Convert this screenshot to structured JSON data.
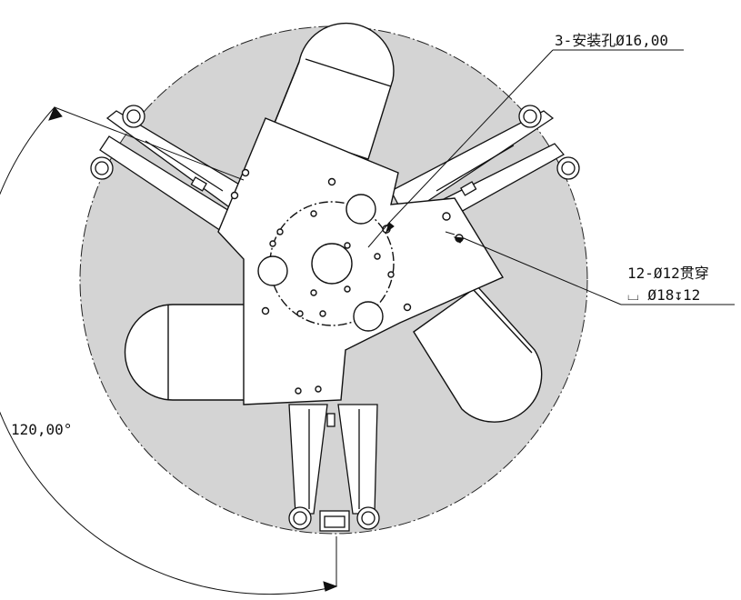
{
  "annotations": {
    "mount_holes": "3-安装孔Ø16,00",
    "through_holes": "12-Ø12贯穿",
    "counterbore": "⌴ Ø18↧12",
    "angle": "120,00°"
  },
  "colors": {
    "envelope_fill": "#d4d4d4",
    "line": "#111111",
    "part_fill": "#ffffff"
  }
}
